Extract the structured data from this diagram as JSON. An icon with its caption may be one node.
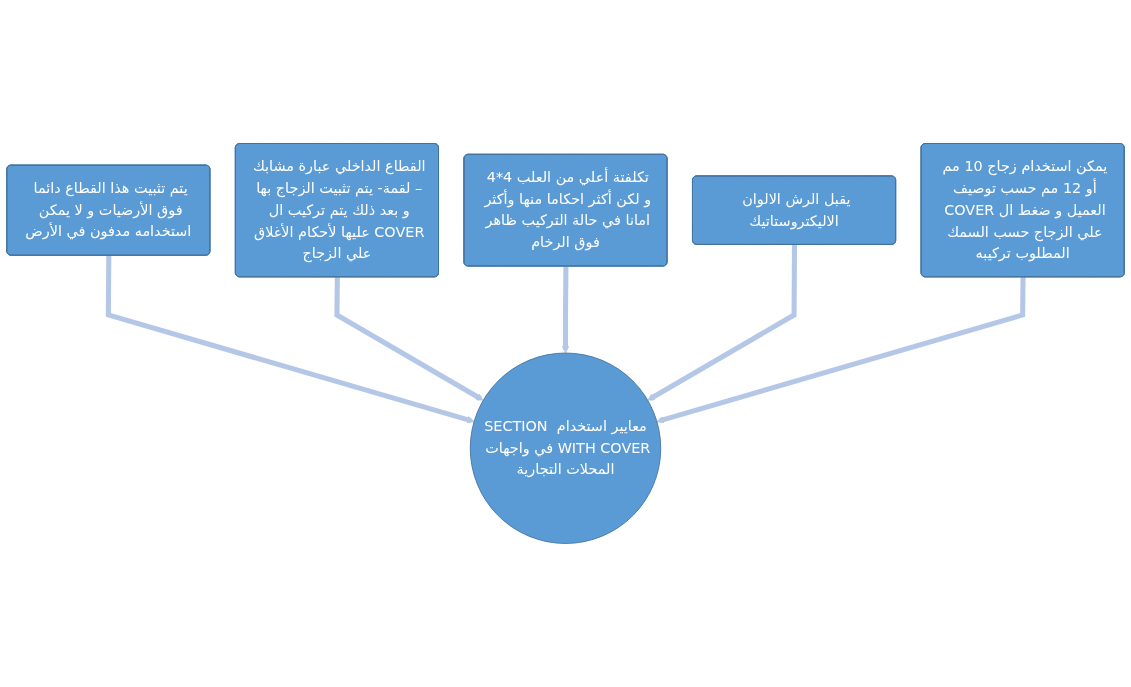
{
  "diagram": {
    "nodes": [
      {
        "text": [
          "يتم تثبيت هذا القطاع دائما فوق الأرضيات و لا يمكن استخدامه مدفون في الأرض"
        ]
      },
      {
        "text": [
          "القطاع الداخلي عبارة مشابك – لقمة- يتم تثبيت الزجاج بها و بعد ذلك يتم تركيب ال COVER عليها لأحكام الأغلاق علي الزجاج"
        ]
      },
      {
        "text": [
          "تكلفتة أعلي من العلب 4*4 و لكن أكثر احكاما منها وأكثر امانا في حالة التركيب ظاهر فوق الرخام"
        ]
      },
      {
        "text": [
          "يقبل الرش الالوان الاليكتروستاتيك"
        ]
      },
      {
        "text": [
          "معايير استخدام SECTION WITH COVER في واجهات المحلات التجارية"
        ]
      },
      {
        "text": [
          "يمكن استخدام زجاج 10 مم أو 12 مم حسب توصيف العميل و ضغط ال COVER علي الزجاج حسب السمك المطلوب تركيبه"
        ]
      }
    ],
    "edges": [
      {
        "from": 0,
        "to": 4,
        "arrow": "to"
      },
      {
        "from": 1,
        "to": 4,
        "arrow": "to"
      },
      {
        "from": 2,
        "to": 4,
        "arrow": "to"
      },
      {
        "from": 3,
        "to": 4,
        "arrow": "to"
      },
      {
        "from": 5,
        "to": 4,
        "arrow": "to"
      }
    ]
  }
}
